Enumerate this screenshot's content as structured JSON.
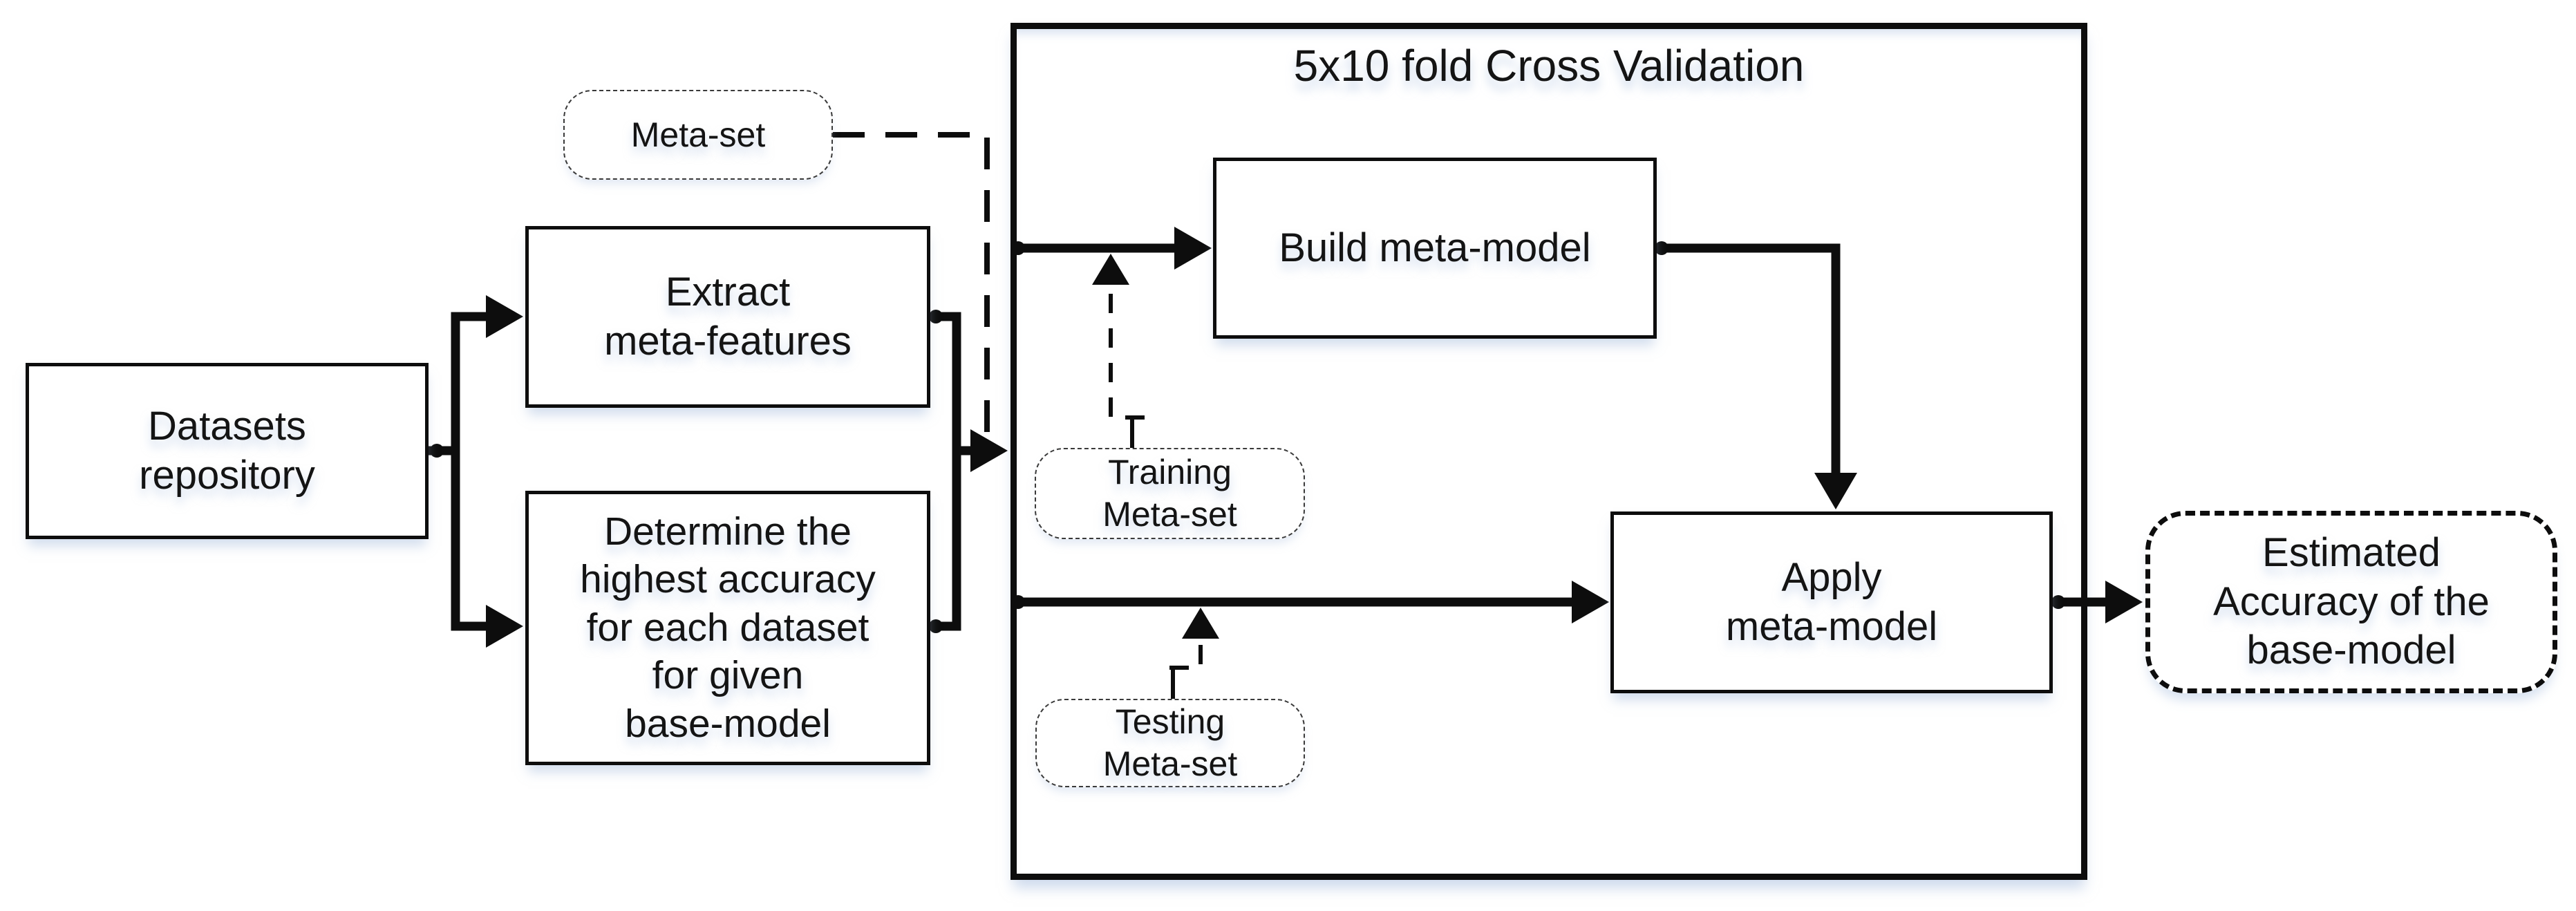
{
  "diagram": {
    "title": "5x10 fold Cross Validation",
    "nodes": {
      "datasets": {
        "label": "Datasets\nrepository"
      },
      "meta_set": {
        "label": "Meta-set"
      },
      "extract": {
        "label": "Extract\nmeta-features"
      },
      "determine": {
        "label": "Determine the\nhighest accuracy\nfor each dataset\nfor given\nbase-model"
      },
      "build": {
        "label": "Build meta-model"
      },
      "training": {
        "label": "Training\nMeta-set"
      },
      "testing": {
        "label": "Testing\nMeta-set"
      },
      "apply": {
        "label": "Apply\nmeta-model"
      },
      "estimated": {
        "label": "Estimated\nAccuracy of the\nbase-model"
      }
    },
    "colors": {
      "ink": "#0d0d0d",
      "background": "#ffffff",
      "soft_shadow": "rgba(168,190,222,0.5)"
    }
  }
}
